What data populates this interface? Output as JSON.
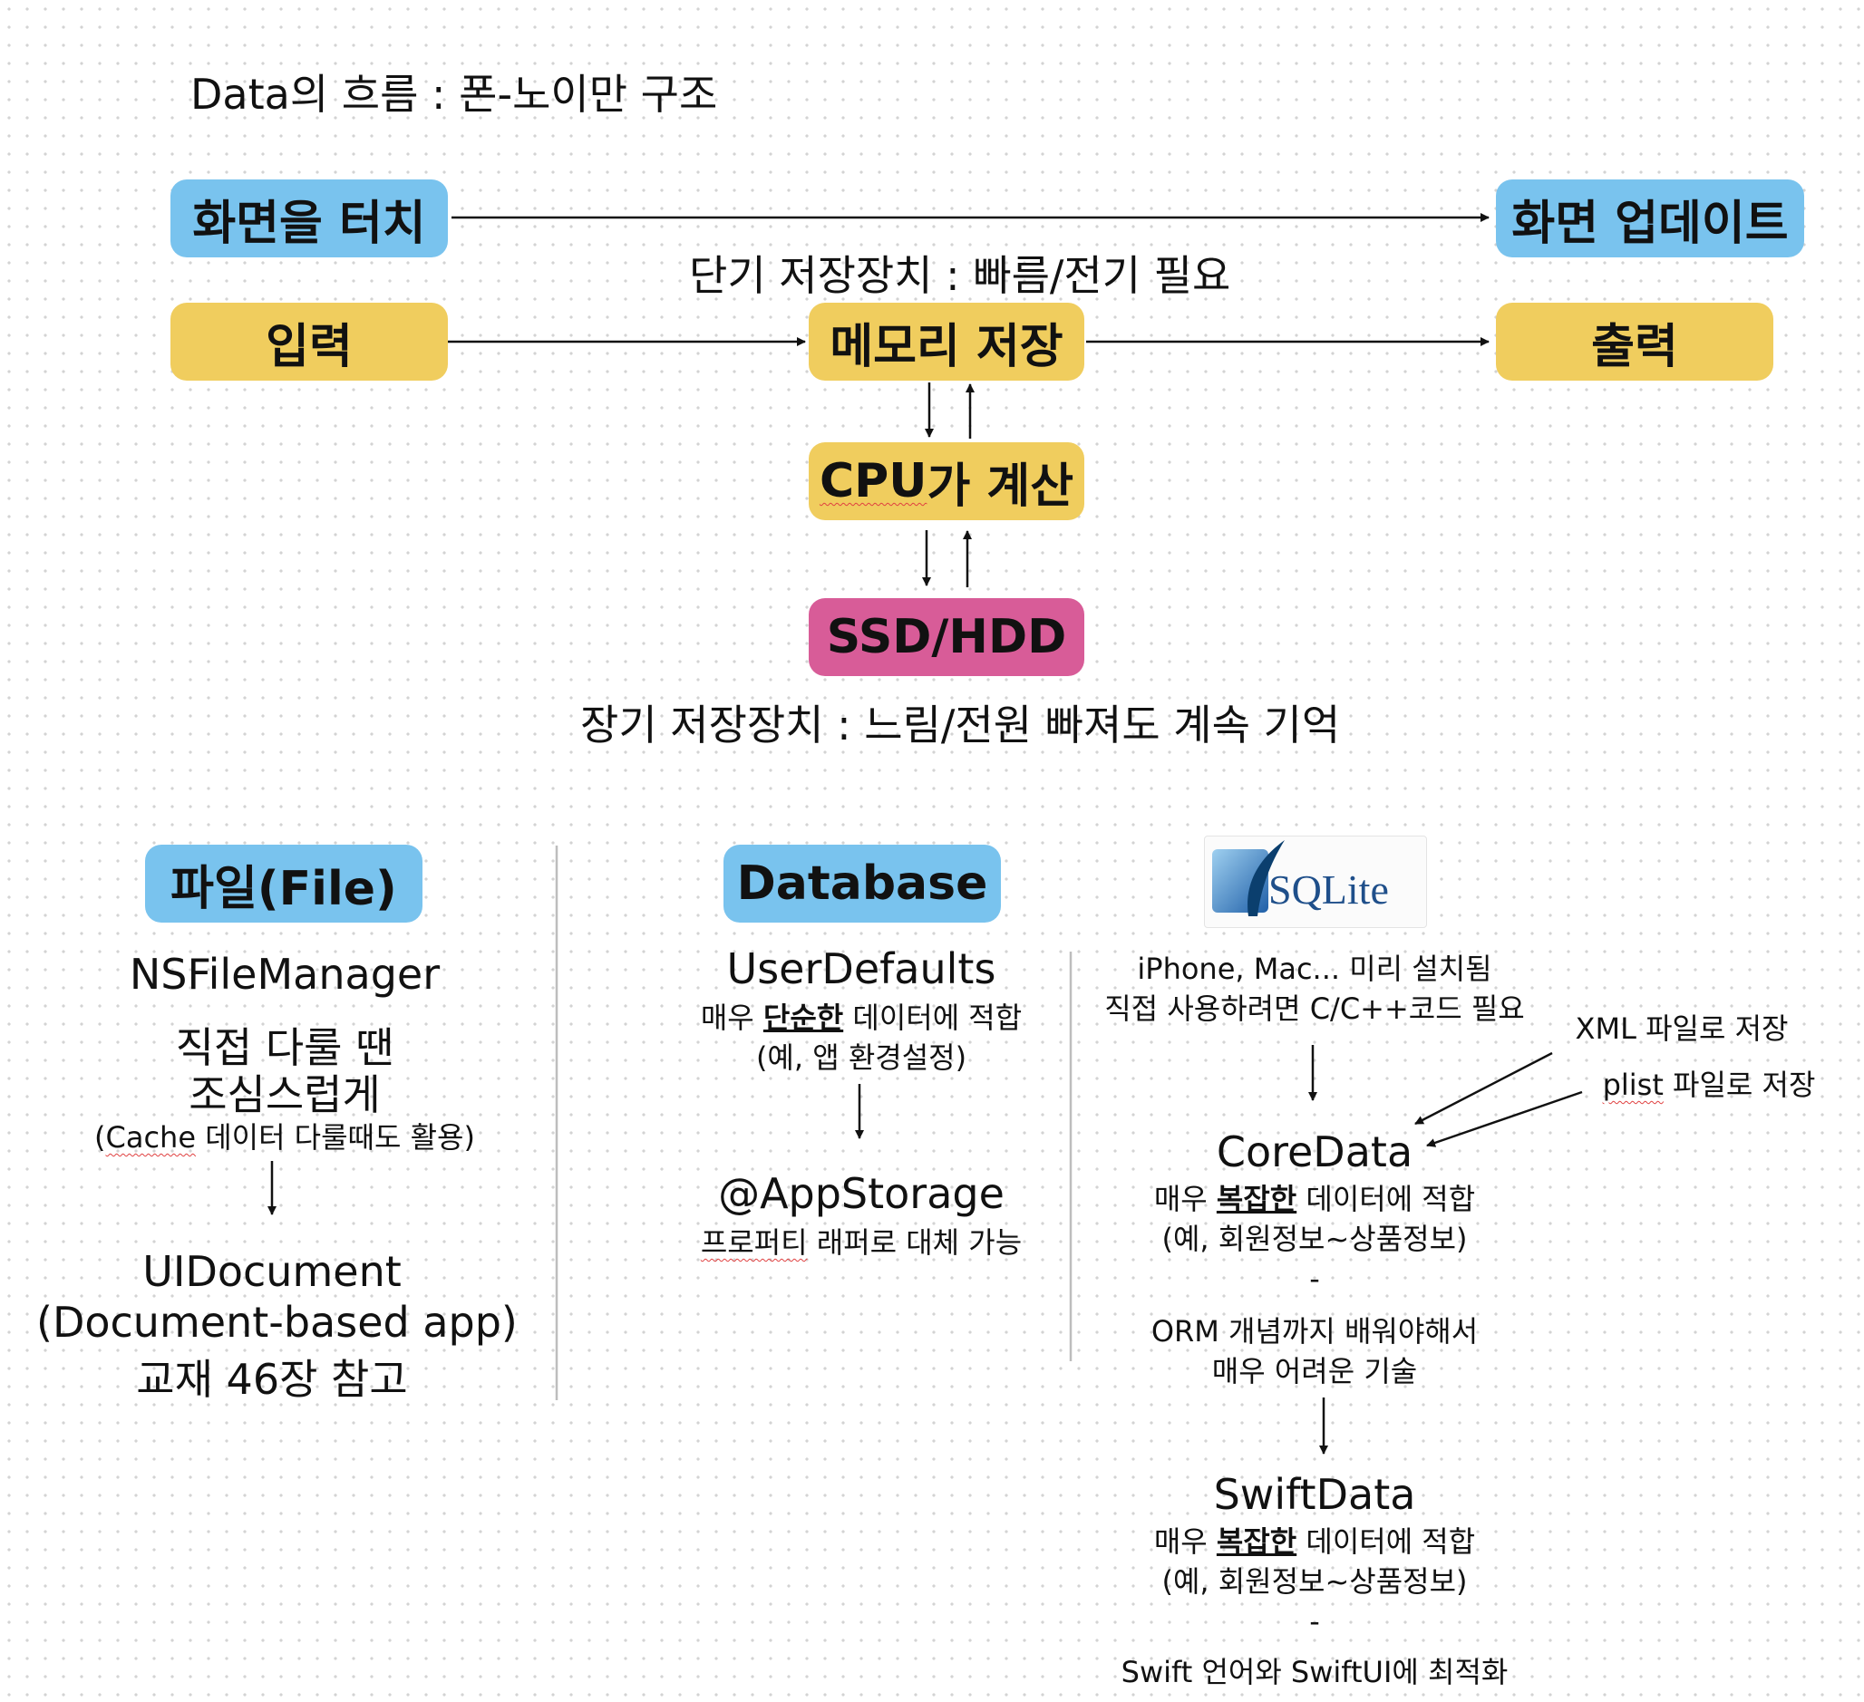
{
  "title": "Data의 흐름 : 폰-노이만 구조",
  "flow": {
    "touch": "화면을 터치",
    "update": "화면 업데이트",
    "input": "입력",
    "memory": "메모리 저장",
    "output": "출력",
    "cpu_prefix": "CPU",
    "cpu_suffix": "가 계산",
    "storage": "SSD/HDD",
    "short_term_caption": "단기 저장장치 : 빠름/전기 필요",
    "long_term_caption": "장기 저장장치 : 느림/전원 빠져도 계속 기억"
  },
  "file_column": {
    "header": "파일(File)",
    "manager": "NSFileManager",
    "line1": "직접 다룰 땐",
    "line2": "조심스럽게",
    "note_prefix": "(",
    "note_cache": "Cache",
    "note_rest": " 데이터 다룰때도 활용)",
    "doc": "UIDocument",
    "doc_app": "(Document-based app)",
    "doc_ref": "교재 46장 참고"
  },
  "database_column": {
    "header": "Database",
    "userdefaults": "UserDefaults",
    "ud_desc_pre": "매우 ",
    "ud_desc_bold": "단순한",
    "ud_desc_post": " 데이터에 적합",
    "ud_example": "(예, 앱 환경설정)",
    "appstorage": "@AppStorage",
    "as_desc_squig": "프로퍼티",
    "as_desc_rest": " 래퍼로 대체 가능"
  },
  "sqlite_column": {
    "logo_text": "SQLite",
    "line1": "iPhone, Mac... 미리 설치됨",
    "line2": "직접 사용하려면 C/C++코드 필요",
    "xml": "XML 파일로 저장",
    "plist_squig": "plist",
    "plist_rest": " 파일로 저장",
    "coredata": "CoreData",
    "cd_desc_pre": "매우 ",
    "cd_desc_bold": "복잡한",
    "cd_desc_post": " 데이터에 적합",
    "cd_example": "(예, 회원정보~상품정보)",
    "dash1": "-",
    "orm1": "ORM 개념까지 배워야해서",
    "orm2": "매우 어려운 기술",
    "swiftdata": "SwiftData",
    "sd_desc_pre": "매우 ",
    "sd_desc_bold": "복잡한",
    "sd_desc_post": " 데이터에 적합",
    "sd_example": "(예, 회원정보~상품정보)",
    "dash2": "-",
    "sd_note": "Swift 언어와 SwiftUI에 최적화"
  },
  "colors": {
    "blue_box": "#79c3ee",
    "yellow_box": "#f0cd5e",
    "pink_box": "#d85c98"
  }
}
